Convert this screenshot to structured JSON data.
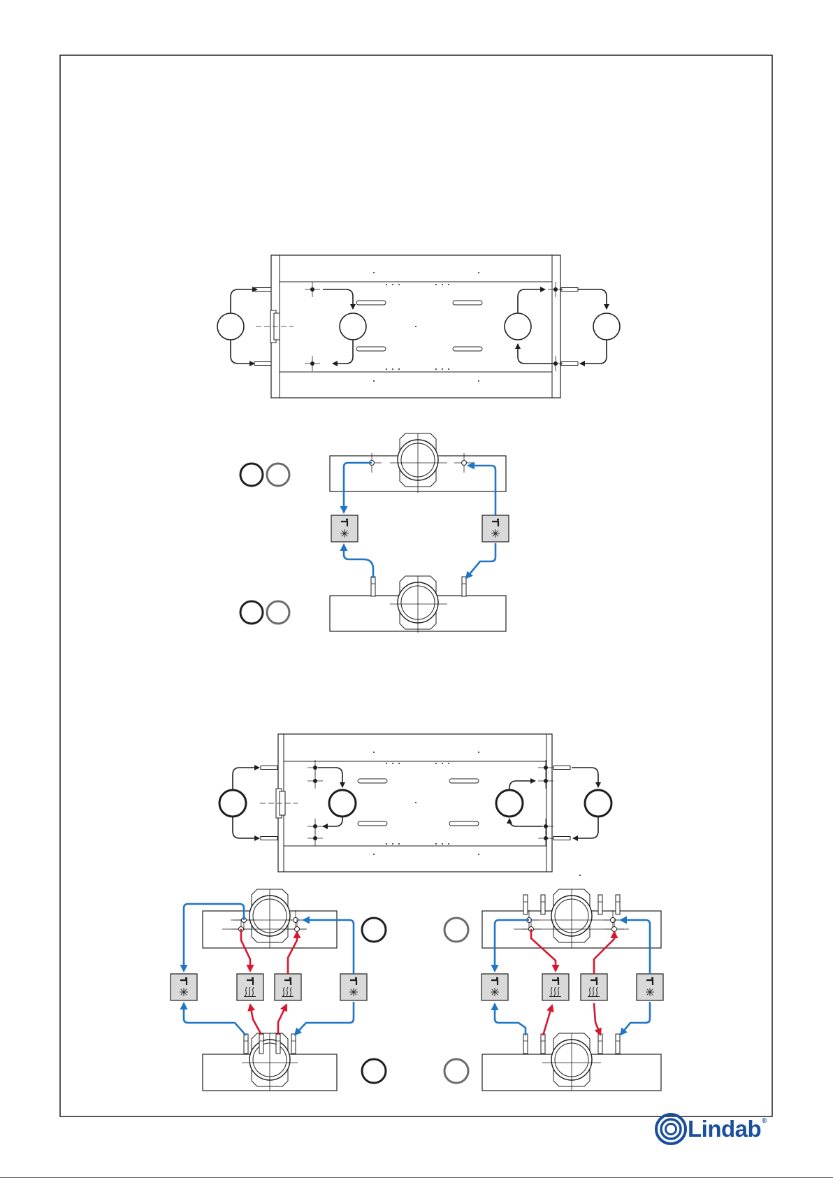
{
  "brand": {
    "name": "Lindab",
    "reg_mark": "®",
    "color": "#1a4f9c"
  },
  "colors": {
    "line": "#1e1e1e",
    "cooling": "#1f75c6",
    "heating": "#d8172f",
    "symbol_fill": "#d9d9d9",
    "ring_gray": "#6b6b6b"
  },
  "icons": {
    "cooling_tap": "tap-with-snowflake",
    "heating_tap": "tap-with-heat-waves",
    "logo": "concentric-ring-logo"
  }
}
